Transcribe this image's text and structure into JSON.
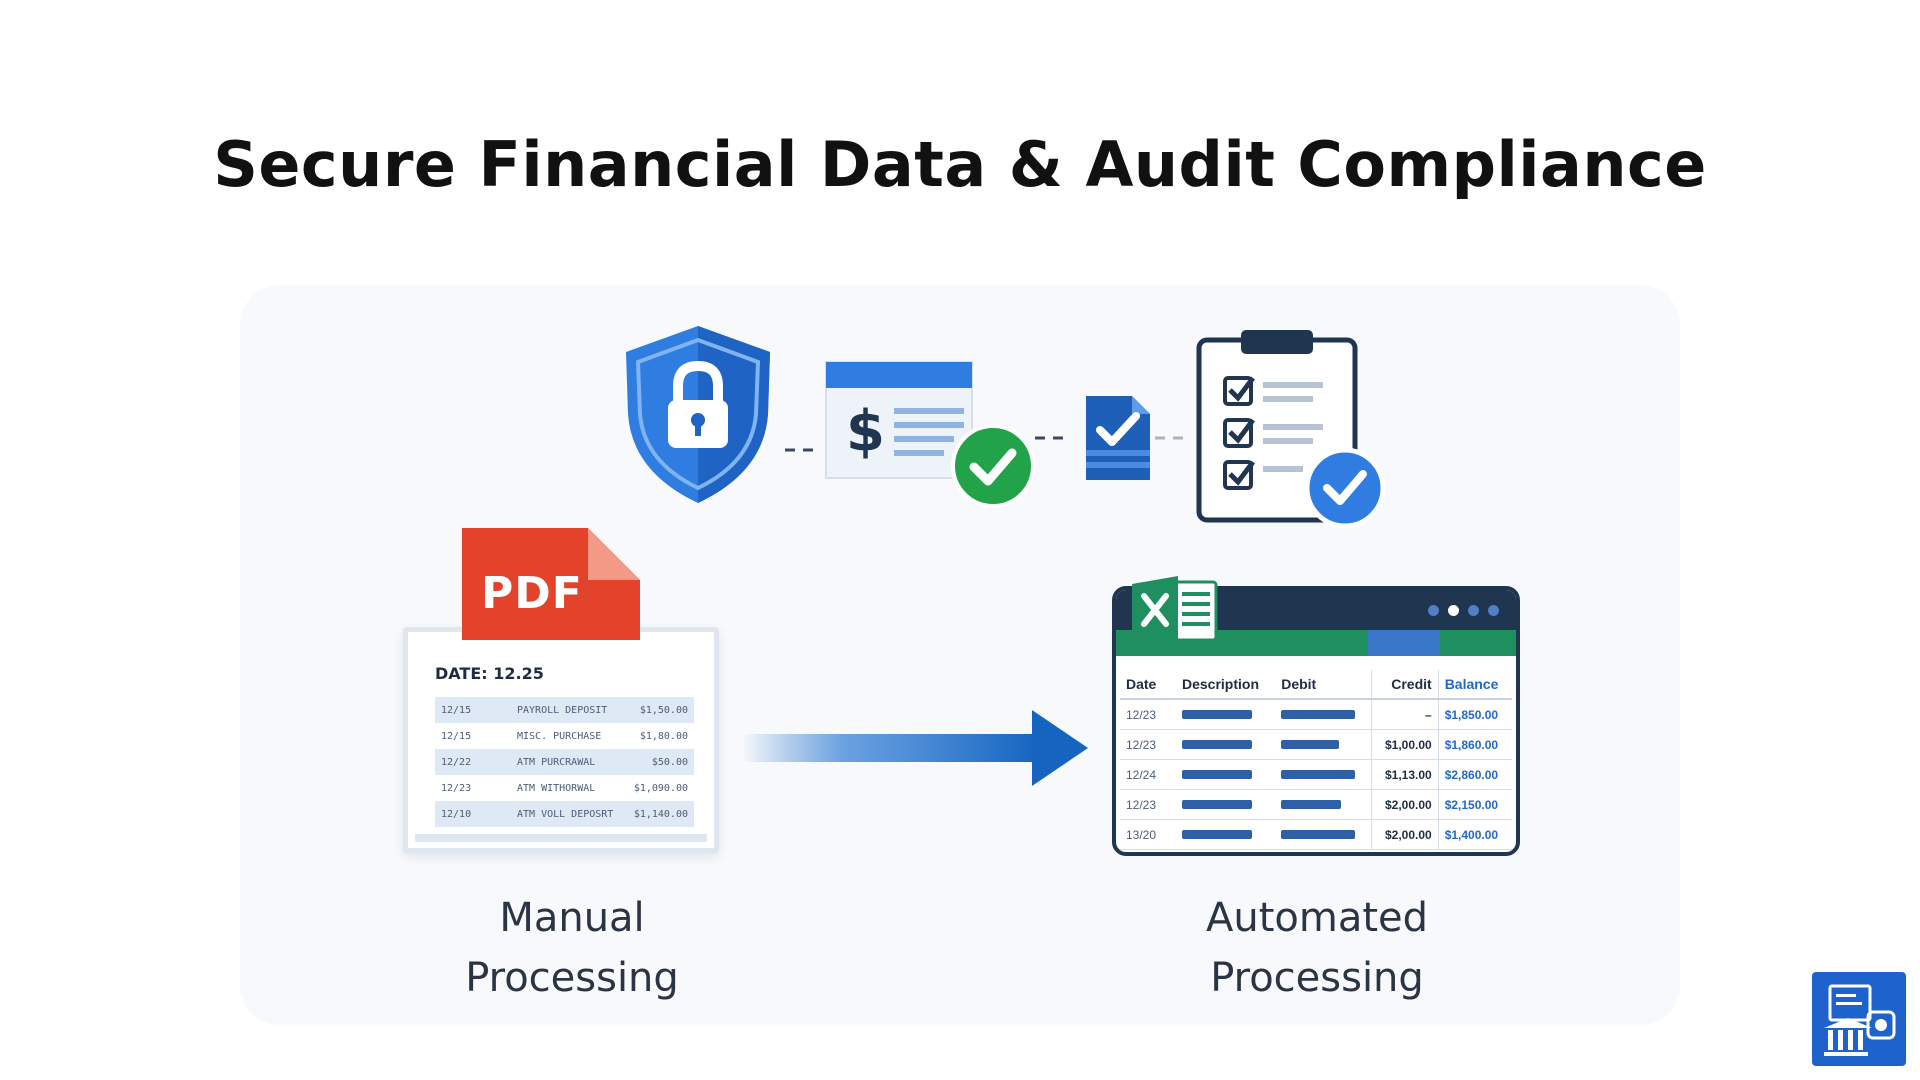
{
  "title": "Secure Financial Data & Audit Compliance",
  "colors": {
    "shield_blue": "#2f7de1",
    "pdf_red": "#e3432b",
    "arrow_blue": "#1565c0",
    "excel_green": "#1f8f5f",
    "check_green": "#22a34a",
    "sheet_navy": "#1f3550"
  },
  "icons": [
    "shield-lock-icon",
    "dollar-invoice-icon",
    "check-badge-icon",
    "document-check-icon",
    "clipboard-checklist-icon",
    "pdf-file-icon",
    "excel-icon",
    "arrow-right-icon",
    "corner-logo-icon"
  ],
  "pdf_document": {
    "badge": "PDF",
    "date_label": "DATE: 12.25",
    "rows": [
      {
        "date": "12/15",
        "desc": "PAYROLL DEPOSIT",
        "amount": "$1,50.00"
      },
      {
        "date": "12/15",
        "desc": "MISC. PURCHASE",
        "amount": "$1,80.00"
      },
      {
        "date": "12/22",
        "desc": "ATM PURCRAWAL",
        "amount": "$50.00"
      },
      {
        "date": "12/23",
        "desc": "ATM WITHORWAL",
        "amount": "$1,090.00"
      },
      {
        "date": "12/10",
        "desc": "ATM VOLL DEPOSRT",
        "amount": "$1,140.00"
      }
    ]
  },
  "spreadsheet": {
    "headers": {
      "date": "Date",
      "description": "Description",
      "debit": "Debit",
      "credit": "Credit",
      "balance": "Balance"
    },
    "rows": [
      {
        "date": "12/23",
        "credit": "–",
        "balance": "$1,850.00"
      },
      {
        "date": "12/23",
        "credit": "$1,00.00",
        "balance": "$1,860.00"
      },
      {
        "date": "12/24",
        "credit": "$1,13.00",
        "balance": "$2,860.00"
      },
      {
        "date": "12/23",
        "credit": "$2,00.00",
        "balance": "$2,150.00"
      },
      {
        "date": "13/20",
        "credit": "$2,00.00",
        "balance": "$1,400.00"
      }
    ]
  },
  "labels": {
    "manual_line1": "Manual",
    "manual_line2": "Processing",
    "automated_line1": "Automated",
    "automated_line2": "Processing"
  }
}
